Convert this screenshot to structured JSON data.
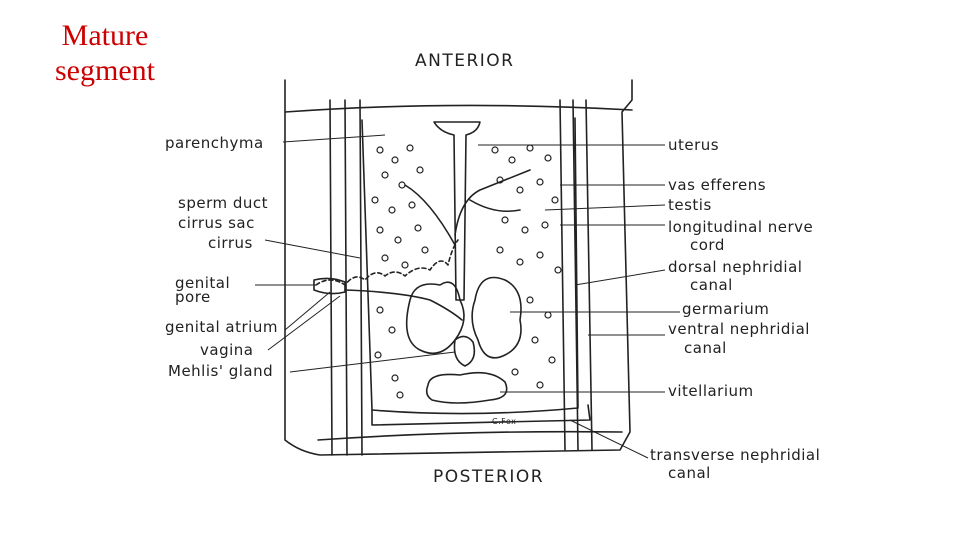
{
  "slide": {
    "title_line1": "Mature",
    "title_line2": "segment"
  },
  "diagram": {
    "top_caption": "ANTERIOR",
    "bottom_caption": "POSTERIOR",
    "labels_left": {
      "parenchyma": "parenchyma",
      "sperm_duct": "sperm duct",
      "cirrus_sac": "cirrus sac",
      "cirrus": "cirrus",
      "genital_pore_1": "genital",
      "genital_pore_2": "pore",
      "genital_atrium": "genital atrium",
      "vagina": "vagina",
      "mehlis_gland": "Mehlis' gland"
    },
    "labels_right": {
      "uterus": "uterus",
      "vas_efferens": "vas efferens",
      "testis": "testis",
      "longitudinal_nerve_1": "longitudinal nerve",
      "longitudinal_nerve_2": "cord",
      "dorsal_canal_1": "dorsal nephridial",
      "dorsal_canal_2": "canal",
      "germarium": "germarium",
      "ventral_canal_1": "ventral nephridial",
      "ventral_canal_2": "canal",
      "vitellarium": "vitellarium",
      "transverse_canal_1": "transverse nephridial",
      "transverse_canal_2": "canal"
    },
    "signature": "C.Fox",
    "colors": {
      "title": "#cc0000",
      "ink": "#222222"
    }
  }
}
